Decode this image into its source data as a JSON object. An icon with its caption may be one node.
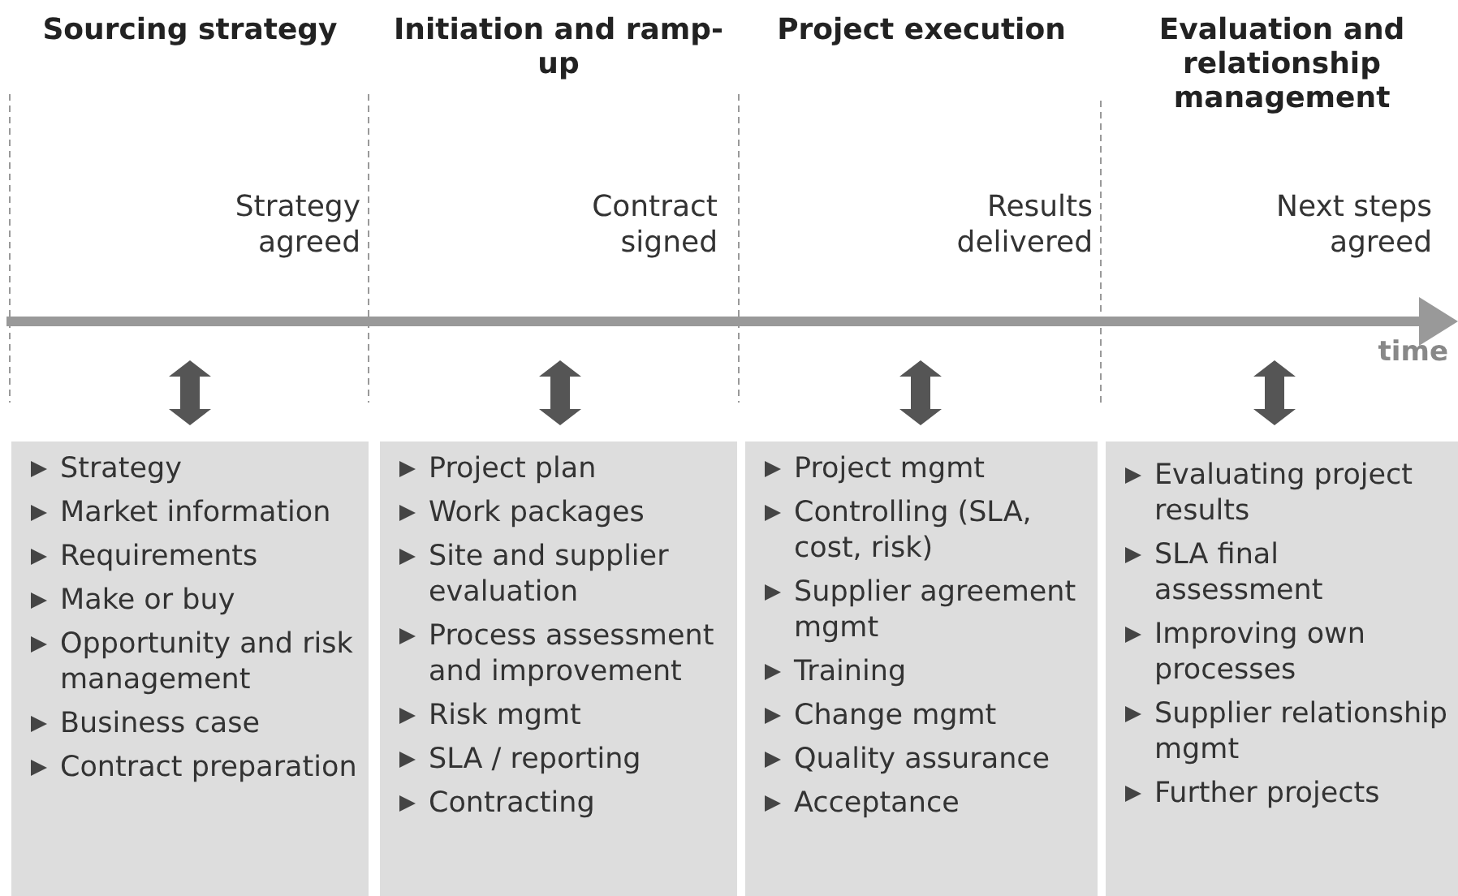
{
  "diagram": {
    "nodes": [
      {
        "text": [
          "Strategy",
          "Market information",
          "Requirements",
          "Make or buy",
          "Opportunity and risk management",
          "Business case",
          "Contract preparation"
        ]
      },
      {
        "text": [
          "Project plan",
          "Work packages",
          "Site and supplier evaluation",
          "Process assessment and improvement",
          "Risk mgmt",
          "SLA / reporting",
          "Contracting"
        ]
      },
      {
        "text": [
          "Project mgmt",
          "Controlling (SLA, cost, risk)",
          "Supplier agreement mgmt",
          "Training",
          "Change mgmt",
          "Quality assurance",
          "Acceptance"
        ]
      },
      {
        "text": [
          "Evaluating project results",
          "SLA final assessment",
          "Improving own processes",
          "Supplier relationship mgmt",
          "Further projects"
        ]
      }
    ],
    "edges": [],
    "labels": [
      "Sourcing strategy",
      "Initiation and ramp-up",
      "Project execution",
      "Evaluation and relationship management",
      "Strategy agreed",
      "Contract signed",
      "Results delivered",
      "Next steps agreed",
      "time"
    ]
  }
}
